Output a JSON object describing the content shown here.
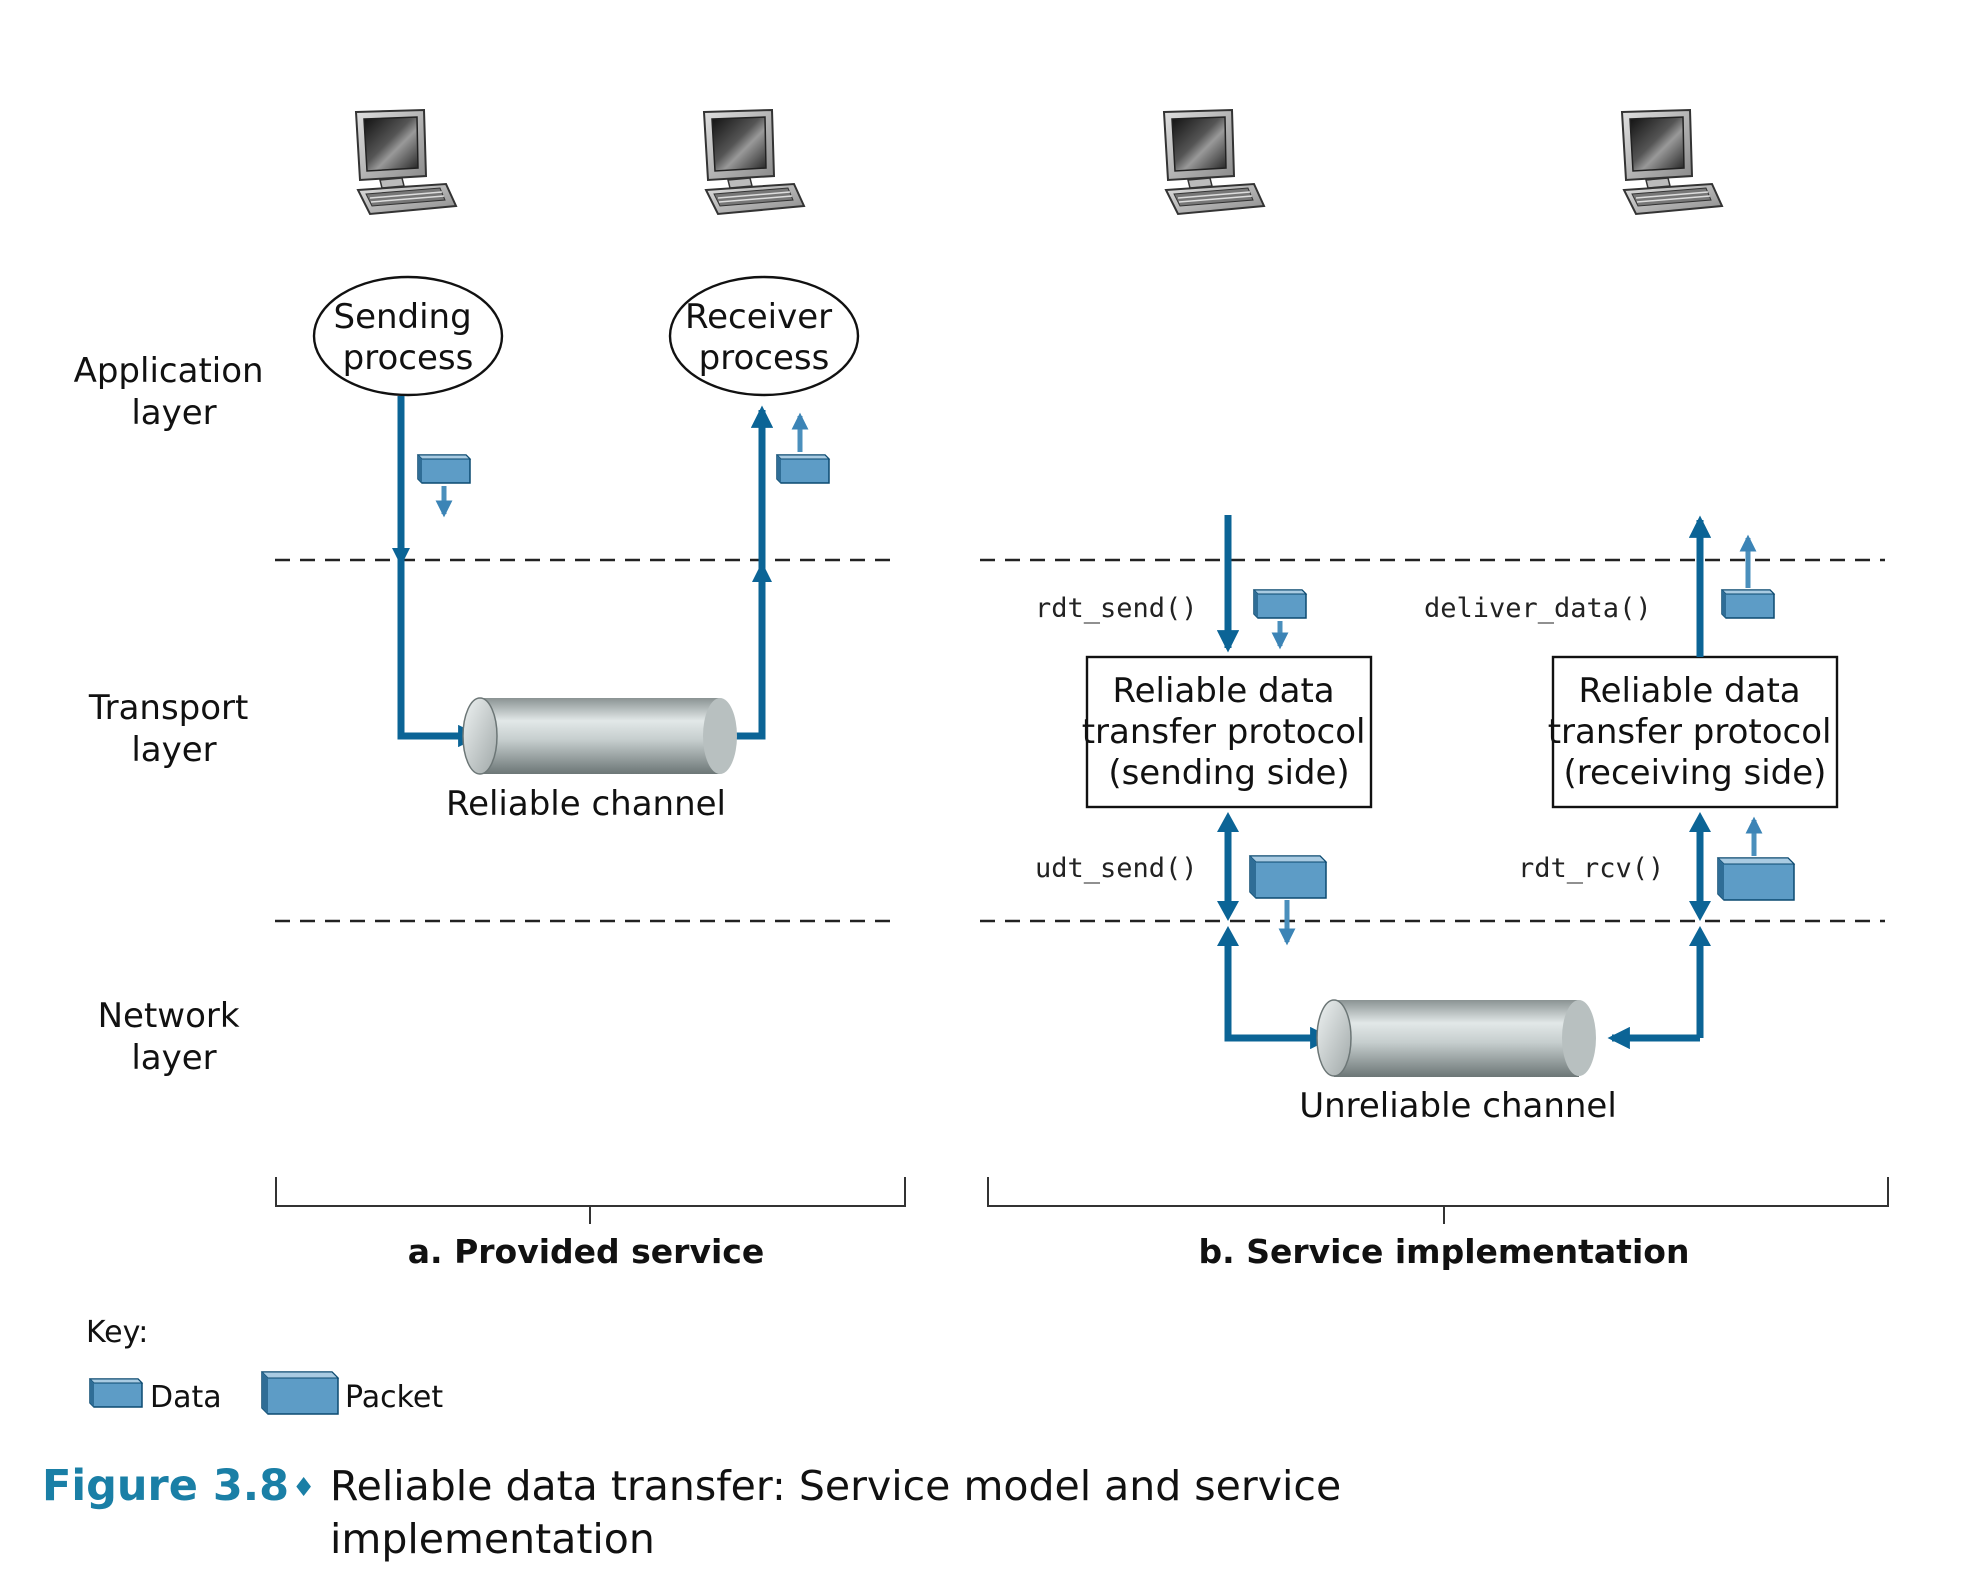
{
  "layers": {
    "application": [
      "Application",
      "layer"
    ],
    "transport": [
      "Transport",
      "layer"
    ],
    "network": [
      "Network",
      "layer"
    ]
  },
  "panel_a": {
    "sending_process": [
      "Sending",
      "process"
    ],
    "receiver_process": [
      "Receiver",
      "process"
    ],
    "channel_label": "Reliable channel",
    "caption": "a. Provided service"
  },
  "panel_b": {
    "rdt_send": "rdt_send()",
    "deliver_data": "deliver_data()",
    "udt_send": "udt_send()",
    "rdt_rcv": "rdt_rcv()",
    "sender_box": [
      "Reliable data",
      "transfer protocol",
      "(sending side)"
    ],
    "receiver_box": [
      "Reliable data",
      "transfer protocol",
      "(receiving side)"
    ],
    "channel_label": "Unreliable channel",
    "caption": "b. Service implementation"
  },
  "key": {
    "title": "Key:",
    "data": "Data",
    "packet": "Packet"
  },
  "figure": {
    "number": "Figure 3.8",
    "bullet": "♦",
    "title_line1": "Reliable data transfer: Service model and service",
    "title_line2": "implementation"
  },
  "colors": {
    "flow_arrow": "#0b6496",
    "data_block": "#5d9cc6",
    "figure_number": "#1a7fa6"
  },
  "icons": [
    "computer-icon",
    "data-block-icon",
    "packet-block-icon",
    "channel-cylinder-icon"
  ]
}
